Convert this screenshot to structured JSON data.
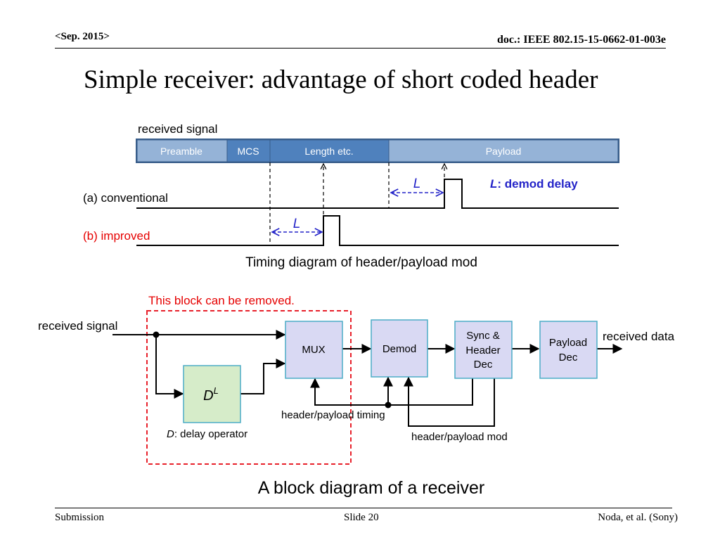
{
  "header": {
    "date": "<Sep. 2015>",
    "doc": "doc.: IEEE 802.15-15-0662-01-003e"
  },
  "title": "Simple receiver: advantage of short coded header",
  "timing": {
    "received_signal": "received signal",
    "fields": [
      "Preamble",
      "MCS",
      "Length etc.",
      "Payload"
    ],
    "conventional": "(a) conventional",
    "improved": "(b) improved",
    "delay_symbol": "L",
    "demod_delay_symbol": "L",
    "demod_delay_text": ": demod delay",
    "caption": "Timing diagram of header/payload mod"
  },
  "block": {
    "removable_note": "This block can be removed.",
    "received_signal": "received signal",
    "received_data": "received data",
    "mux": "MUX",
    "demod": "Demod",
    "sync_lines": [
      "Sync &",
      "Header",
      "Dec"
    ],
    "payload_lines": [
      "Payload",
      "Dec"
    ],
    "delay_base": "D",
    "delay_sup": "L",
    "delay_op_symbol": "D",
    "delay_op_text": ": delay operator",
    "hp_timing": "header/payload timing",
    "hp_mod": "header/payload mod",
    "caption": "A block diagram of a receiver"
  },
  "footer": {
    "left": "Submission",
    "center": "Slide 20",
    "right": "Noda, et al. (Sony)"
  },
  "colors": {
    "field_light": "#95b3d7",
    "field_dark": "#4f81bd",
    "field_border": "#385d8a",
    "block_fill": "#d9d9f3",
    "block_border": "#4bacc6",
    "delay_fill": "#d6ecc9",
    "accent_red": "#e60000",
    "accent_blue": "#2323c8",
    "dashed_red": "#e8202a"
  }
}
